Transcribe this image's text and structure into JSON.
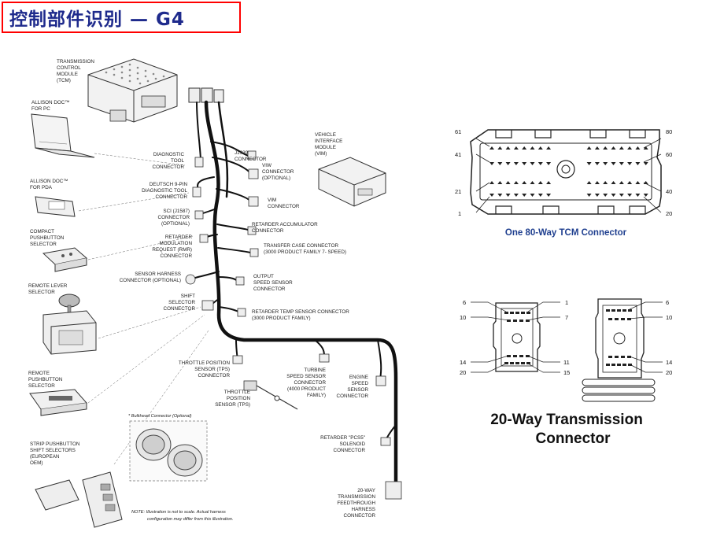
{
  "slide": {
    "title": "控制部件识别 — G4"
  },
  "harness": {
    "labels": {
      "tcm": [
        "TRANSMISSION",
        "CONTROL",
        "MODULE",
        "(TCM)"
      ],
      "allison_doc_pc": [
        "ALLISON DOC™",
        "FOR PC"
      ],
      "allison_doc_pda": [
        "ALLISON DOC™",
        "FOR PDA"
      ],
      "compact_pushbutton": [
        "COMPACT",
        "PUSHBUTTON",
        "SELECTOR"
      ],
      "remote_lever": [
        "REMOTE LEVER",
        "SELECTOR"
      ],
      "remote_pushbutton": [
        "REMOTE",
        "PUSHBUTTON",
        "SELECTOR"
      ],
      "strip_pushbutton": [
        "STRIP PUSHBUTTON",
        "SHIFT SELECTORS",
        "(EUROPEAN",
        "OEM)"
      ],
      "diagnostic_tool": [
        "DIAGNOSTIC",
        "TOOL",
        "CONNECTOR"
      ],
      "deutsch_9pin": [
        "DEUTSCH 9-PIN",
        "DIAGNOSTIC TOOL",
        "CONNECTOR"
      ],
      "sci_j1587": [
        "SCI (J1587)",
        "CONNECTOR",
        "(OPTIONAL)"
      ],
      "retarder_rmr": [
        "RETARDER",
        "MODULATION",
        "REQUEST (RMR)",
        "CONNECTOR"
      ],
      "sensor_harness": [
        "SENSOR HARNESS",
        "CONNECTOR (OPTIONAL)"
      ],
      "shift_selector": [
        "SHIFT",
        "SELECTOR",
        "CONNECTOR"
      ],
      "j1939": [
        "J1939",
        "CONNECTOR"
      ],
      "viw": [
        "VIW",
        "CONNECTOR",
        "(OPTIONAL)"
      ],
      "vim_conn": [
        "VIM",
        "CONNECTOR"
      ],
      "vim": [
        "VEHICLE",
        "INTERFACE",
        "MODULE",
        "(VIM)"
      ],
      "retarder_accum": [
        "RETARDER ACCUMULATOR",
        "CONNECTOR"
      ],
      "transfer_case": [
        "TRANSFER CASE CONNECTOR",
        "(3000 PRODUCT FAMILY 7- SPEED)"
      ],
      "output_speed": [
        "OUTPUT",
        "SPEED SENSOR",
        "CONNECTOR"
      ],
      "retarder_temp": [
        "RETARDER TEMP SENSOR CONNECTOR",
        "(3000 PRODUCT FAMILY)"
      ],
      "tps_conn": [
        "THROTTLE POSITION",
        "SENSOR (TPS)",
        "CONNECTOR"
      ],
      "tps": [
        "THROTTLE",
        "POSITION",
        "SENSOR (TPS)"
      ],
      "turbine": [
        "TURBINE",
        "SPEED SENSOR",
        "CONNECTOR",
        "(4000 PRODUCT",
        "FAMILY)"
      ],
      "engine_speed": [
        "ENGINE",
        "SPEED",
        "SENSOR",
        "CONNECTOR"
      ],
      "retarder_pcs5": [
        "RETARDER \"PCS5\"",
        "SOLENOID",
        "CONNECTOR"
      ],
      "feedthrough": [
        "20-WAY",
        "TRANSMISSION",
        "FEEDTHROUGH",
        "HARNESS",
        "CONNECTOR"
      ],
      "bulkhead": "* Bulkhead Connector (Optional)",
      "note": [
        "NOTE: Illustration is not to scale. Actual harness",
        "configuration may differ from this illustration."
      ]
    }
  },
  "tcm_connector": {
    "pins": {
      "tl": "61",
      "tr": "80",
      "ml": "41",
      "mr": "60",
      "bl": "21",
      "br": "40",
      "ll": "1",
      "lr": "20"
    },
    "caption": "One 80-Way TCM Connector"
  },
  "trans_connector": {
    "left_pins": {
      "tl": "6",
      "tr": "1",
      "ml": "10",
      "mr": "7",
      "bl": "14",
      "br": "11",
      "ll": "20",
      "lr": "15"
    },
    "right_pins": {
      "tr": "6",
      "mr": "10",
      "br": "14",
      "lr": "20"
    },
    "caption_line1": "20-Way Transmission",
    "caption_line2": "Connector"
  },
  "colors": {
    "title_text": "#1e2a8c",
    "title_border": "#ff0000",
    "caption_blue": "#1f3f8f"
  }
}
